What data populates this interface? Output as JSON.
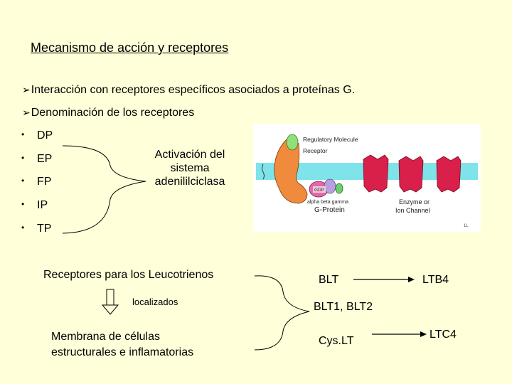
{
  "title": "Mecanismo de acción y receptores",
  "points": [
    "Interacción con receptores específicos asociados a proteínas G.",
    "Denominación de los receptores"
  ],
  "receptors": [
    "DP",
    "EP",
    "FP",
    "IP",
    "TP"
  ],
  "activation_text": [
    "Activación del",
    "sistema",
    "adenililciclasa"
  ],
  "figure": {
    "regulatory_molecule": "Regulatory Molecule",
    "receptor": "Receptor",
    "gdp": "GDP",
    "subunits": "alpha  beta  gamma",
    "g_protein": "G-Protein",
    "enzyme": [
      "Enzyme or",
      "Ion Channel"
    ],
    "corner": "1L",
    "colors": {
      "membrane": "#7fe3ea",
      "receptor": "#f08a3c",
      "regulatory": "#90e07a",
      "alpha": "#e06aa8",
      "beta": "#b8a0e0",
      "gamma": "#6fcf6f",
      "enzyme": "#d8204a"
    }
  },
  "leuco": {
    "heading": "Receptores para los Leucotrienos",
    "localized": "localizados",
    "membrane": [
      "Membrana de células",
      "estructurales e inflamatorias"
    ],
    "blt": "BLT",
    "ltb4": "LTB4",
    "blt12": "BLT1, BLT2",
    "cyslt": "Cys.LT",
    "ltc4": "LTC4"
  }
}
